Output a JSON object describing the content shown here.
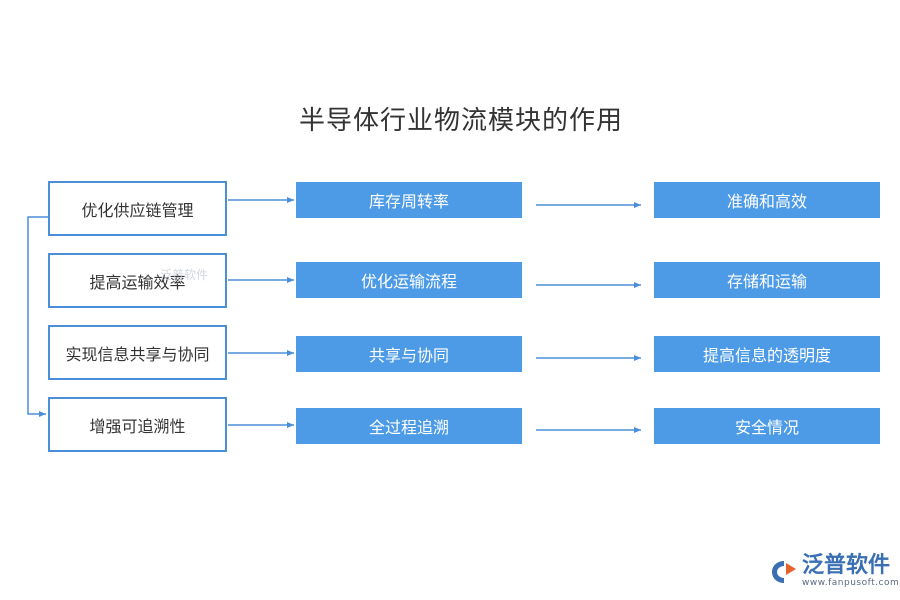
{
  "title": "半导体行业物流模块的作用",
  "rows": [
    {
      "left": "优化供应链管理",
      "middle": "库存周转率",
      "right": "准确和高效"
    },
    {
      "left": "提高运输效率",
      "middle": "优化运输流程",
      "right": "存储和运输"
    },
    {
      "left": "实现信息共享与协同",
      "middle": "共享与协同",
      "right": "提高信息的透明度"
    },
    {
      "left": "增强可追溯性",
      "middle": "全过程追溯",
      "right": "安全情况"
    }
  ],
  "watermark": "泛普软件",
  "logo": {
    "name": "泛普软件",
    "url": "www.fanpusoft.com"
  },
  "colors": {
    "box_fill": "#4d9be6",
    "border": "#4a8fd8",
    "arrow": "#4a8fd8",
    "logo": "#3a6fb3",
    "logo_accent": "#e8602c"
  }
}
